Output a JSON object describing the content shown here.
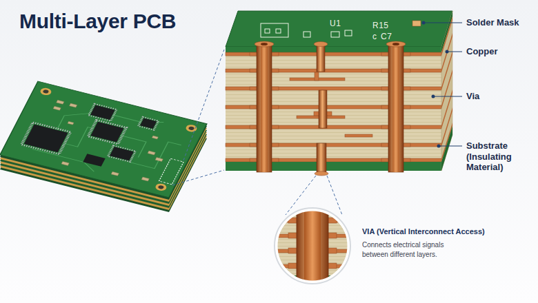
{
  "diagram": {
    "title": "Multi-Layer PCB",
    "labels": [
      "U1",
      "R15",
      "c",
      "C7",
      "Solder Mask",
      "Copper",
      "Via",
      "Substrate (Insulating Material)",
      "VIA (Vertical Interconnect Access)",
      "Connects electrical signals between different layers."
    ]
  }
}
